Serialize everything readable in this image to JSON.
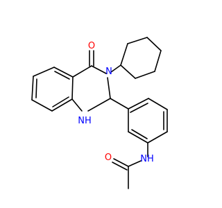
{
  "molecule": {
    "atoms": {
      "o_carbonyl_top": {
        "symbol": "O",
        "color": "#ff0000"
      },
      "n_ring_3": {
        "symbol": "N",
        "color": "#0000ff"
      },
      "n_ring_1": {
        "symbol": "NH",
        "h_subscript": "H",
        "color": "#0000ff"
      },
      "n_amide": {
        "symbol": "NH",
        "h_subscript": "H",
        "color": "#0000ff"
      },
      "o_amide": {
        "symbol": "O",
        "color": "#ff0000"
      }
    },
    "bond_color": "#000000"
  }
}
